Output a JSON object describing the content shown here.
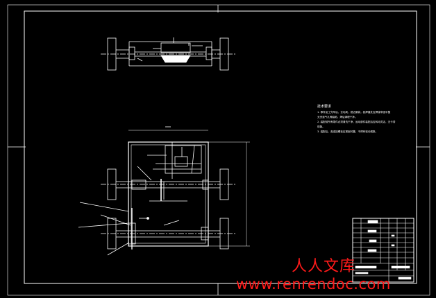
{
  "drawing": {
    "line_color": "#ffffff",
    "background": "#000000"
  },
  "notes": {
    "heading": "技术要求",
    "lines": [
      "1. 零件加工完毕后，去毛刺、锐边倒钝，各焊缝处应焊接牢固平整",
      "无夹渣气孔等缺陷，焊后清理干净。",
      "2. 装配前所有零件必须清洗干净，运动部件装配后应转动灵活，无卡滞",
      "现象。",
      "3. 装配后，各连接螺栓应紧固可靠，不得有松动现象。"
    ]
  },
  "watermark": {
    "cn": "人人文库",
    "url": "www.renrendoc.com",
    "color": "#ff1a1a"
  }
}
